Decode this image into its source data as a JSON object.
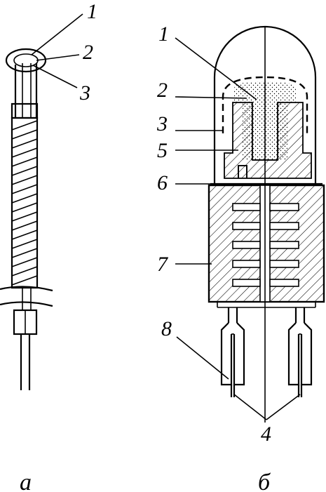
{
  "figure_a": {
    "caption": "а",
    "labels": [
      "1",
      "2",
      "3"
    ]
  },
  "figure_b": {
    "caption": "б",
    "labels": [
      "1",
      "2",
      "3",
      "5",
      "6",
      "7",
      "8",
      "4"
    ]
  }
}
